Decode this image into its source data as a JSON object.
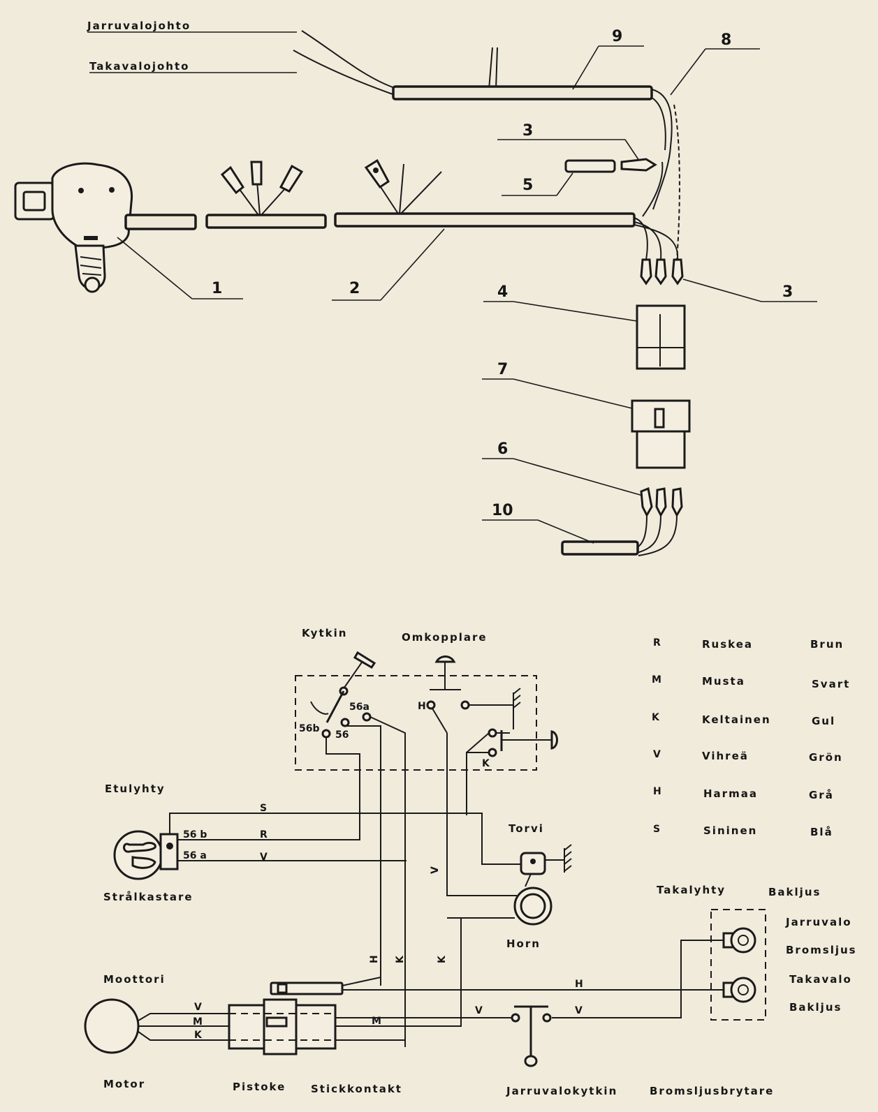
{
  "harness": {
    "labels": {
      "brake_light_wire": "Jarruvalojohto",
      "tail_light_wire": "Takavalojohto"
    },
    "part_numbers": [
      "1",
      "2",
      "3",
      "4",
      "5",
      "6",
      "7",
      "8",
      "9",
      "10"
    ]
  },
  "schematic": {
    "switch": "Kytkin",
    "switch_sv": "Omkopplare",
    "headlight": "Etulyhty",
    "headlight_sv": "Strålkastare",
    "horn": "Torvi",
    "horn_sv": "Horn",
    "rear_light": "Takalyhty",
    "rear_light_sv": "Bakljus",
    "brake_light": "Jarruvalo",
    "brake_light_sv": "Bromsljus",
    "tail_light": "Takavalo",
    "tail_light_sv": "Bakljus",
    "engine": "Moottori",
    "engine_sv": "Motor",
    "plug": "Pistoke",
    "plug_sv": "Stickkontakt",
    "brake_switch": "Jarruvalokytkin",
    "brake_switch_sv": "Bromsljusbrytare",
    "terminals": {
      "t56b": "56b",
      "t56a": "56a",
      "t56": "56",
      "h": "H",
      "k": "K",
      "lamp_56b": "56 b",
      "lamp_56a": "56 a"
    },
    "wire_codes": {
      "s": "S",
      "r": "R",
      "v": "V",
      "m": "M",
      "k": "K",
      "h": "H"
    }
  },
  "color_legend": [
    {
      "code": "R",
      "fi": "Ruskea",
      "sv": "Brun"
    },
    {
      "code": "M",
      "fi": "Musta",
      "sv": "Svart"
    },
    {
      "code": "K",
      "fi": "Keltainen",
      "sv": "Gul"
    },
    {
      "code": "V",
      "fi": "Vihreä",
      "sv": "Grön"
    },
    {
      "code": "H",
      "fi": "Harmaa",
      "sv": "Grå"
    },
    {
      "code": "S",
      "fi": "Sininen",
      "sv": "Blå"
    }
  ]
}
